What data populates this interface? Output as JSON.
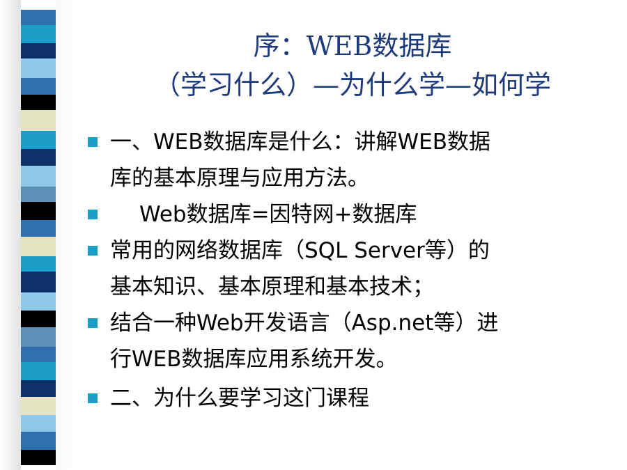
{
  "slide": {
    "title_line1": "序：WEB数据库",
    "title_line2": "（学习什么）—为什么学—如何学",
    "bullets": [
      {
        "lines": [
          "一、WEB数据库是什么：讲解WEB数据",
          "库的基本原理与应用方法。"
        ]
      },
      {
        "lines": [
          "Web数据库=因特网+数据库"
        ]
      },
      {
        "lines": [
          "常用的网络数据库（SQL Server等）的",
          "基本知识、基本原理和基本技术；"
        ]
      },
      {
        "lines": [
          "结合一种Web开发语言（Asp.net等）进",
          "行WEB数据库应用系统开发。"
        ]
      },
      {
        "lines": [
          "二、为什么要学习这门课程"
        ]
      }
    ]
  },
  "theme": {
    "title_color": "#1f3a7a",
    "bullet_color": "#1a9ec8",
    "stripe_colors": [
      "#0f2f6b",
      "#2f6fb0",
      "#1a9ec8",
      "#8fc8e8",
      "#e4e4c0",
      "#000000",
      "#ffffff",
      "#5a8fb8"
    ]
  }
}
